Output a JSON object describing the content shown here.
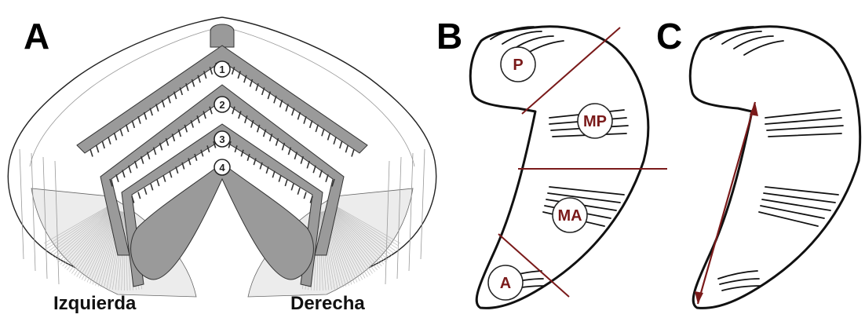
{
  "panels": {
    "a": {
      "letter": "A",
      "left_label": "Izquierda",
      "right_label": "Derecha",
      "arch_numbers": [
        "1",
        "2",
        "3",
        "4"
      ]
    },
    "b": {
      "letter": "B",
      "regions": [
        "P",
        "MP",
        "MA",
        "A"
      ]
    },
    "c": {
      "letter": "C"
    }
  },
  "colors": {
    "accent": "#7a1a1a",
    "gill_fill": "#9a9a9a",
    "filament_fill": "#e6e6e6",
    "ink": "#111111"
  }
}
